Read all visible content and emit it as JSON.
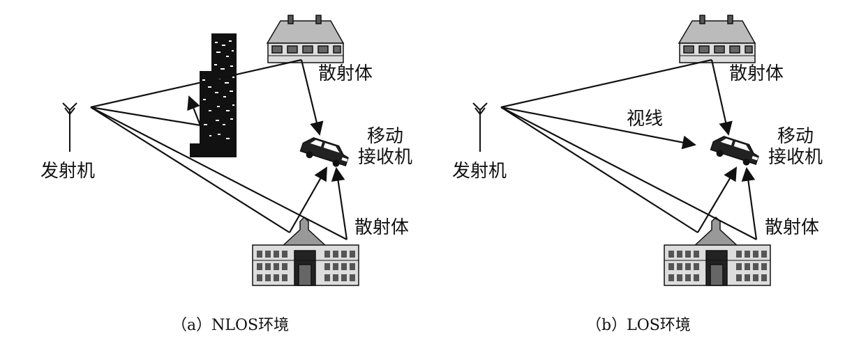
{
  "panels": [
    {
      "id": "a",
      "transmitter": "发射机",
      "scatterer_top": "散射体",
      "scatterer_bottom": "散射体",
      "receiver_line1": "移动",
      "receiver_line2": "接收机",
      "caption": "（a）NLOS环境"
    },
    {
      "id": "b",
      "transmitter": "发射机",
      "los_label": "视线",
      "scatterer_top": "散射体",
      "scatterer_bottom": "散射体",
      "receiver_line1": "移动",
      "receiver_line2": "接收机",
      "caption": "（b）LOS环境"
    }
  ],
  "colors": {
    "ink": "#111111",
    "paper": "#ffffff"
  },
  "icons": [
    "antenna-icon",
    "house-icon",
    "skyscraper-icon",
    "car-icon",
    "building-icon"
  ]
}
